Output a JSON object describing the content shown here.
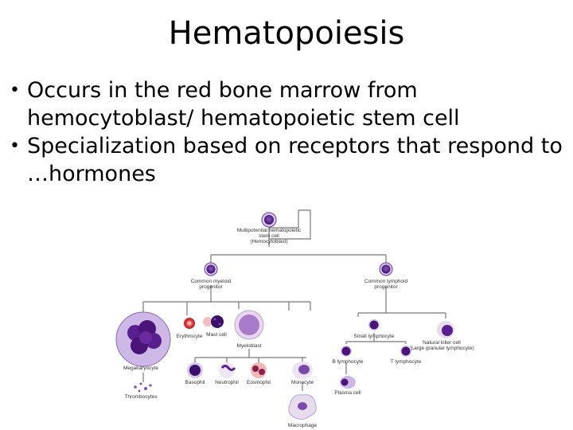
{
  "slide": {
    "title": "Hematopoiesis",
    "bullets": [
      "Occurs in the red bone marrow from hemocytoblast/ hematopoietic stem cell",
      "Specialization based on receptors that respond to …hormones"
    ]
  },
  "diagram": {
    "stem_cell": [
      "Multipotential hematopoietic",
      "stem cell",
      "(Hemocytoblast)"
    ],
    "myeloid_progenitor": [
      "Common myeloid",
      "progenitor"
    ],
    "lymphoid_progenitor": [
      "Common lymphoid",
      "progenitor"
    ],
    "erythrocyte": "Erythrocyte",
    "mast_cell": "Mast cell",
    "myeloblast": "Myeloblast",
    "megakaryocyte": "Megakaryocyte",
    "thrombocytes": "Thrombocytes",
    "basophil": "Basophil",
    "neutrophil": "Neutrophil",
    "eosinophil": "Eosinophil",
    "monocyte": "Monocyte",
    "macrophage": "Macrophage",
    "small_lymphocyte": "Small lymphocyte",
    "nk_cell": [
      "Natural killer cell",
      "(Large granular lymphocyte)"
    ],
    "b_lymphocyte": "B lymphocyte",
    "t_lymphocyte": "T lymphocyte",
    "plasma_cell": "Plasma cell"
  },
  "colors": {
    "nucleus": "#4a1a7a",
    "cytoplasm": "#c9b6e0",
    "erythrocyte": "#e0393e",
    "granule_red": "#d23a4a",
    "connector": "#777777"
  }
}
